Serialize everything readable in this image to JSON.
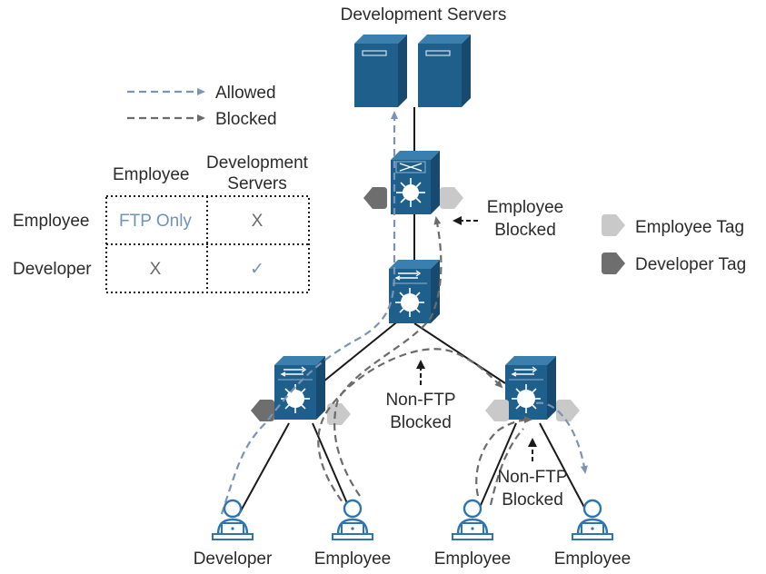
{
  "title": "Development Servers",
  "legend": {
    "allowed": "Allowed",
    "blocked": "Blocked",
    "employee_tag": "Employee Tag",
    "developer_tag": "Developer Tag",
    "colors": {
      "allowed": "#7b93b7",
      "blocked": "#6b6b6b",
      "employee_tag": "#c9c9c9",
      "developer_tag": "#6e6e6e"
    }
  },
  "matrix": {
    "col1": "Employee",
    "col2_line1": "Development",
    "col2_line2": "Servers",
    "row1": "Employee",
    "row2": "Developer",
    "cells": {
      "r1c1": "FTP Only",
      "r1c2": "X",
      "r2c1": "X",
      "r2c2": "✓"
    }
  },
  "annotations": {
    "employee_blocked_line1": "Employee",
    "employee_blocked_line2": "Blocked",
    "nonftp1_line1": "Non-FTP",
    "nonftp1_line2": "Blocked",
    "nonftp2_line1": "Non-FTP",
    "nonftp2_line2": "Blocked"
  },
  "users": {
    "developer": "Developer",
    "employee1": "Employee",
    "employee2": "Employee",
    "employee3": "Employee"
  },
  "colors": {
    "device": "#1f5f8b",
    "device_light": "#3b7fae",
    "device_dark": "#174a6e"
  }
}
